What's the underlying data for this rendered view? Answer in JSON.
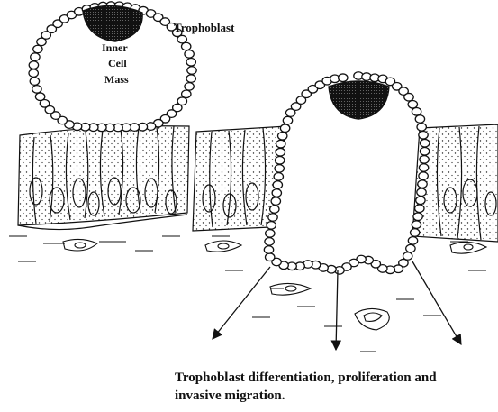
{
  "labels": {
    "trophoblast": "Trophoblast",
    "inner_cell_mass": [
      "Inner",
      "Cell",
      "Mass"
    ]
  },
  "caption": {
    "line1": "Trophoblast differentiation, proliferation and",
    "line2": "invasive migration."
  },
  "colors": {
    "ink": "#111111",
    "background": "#ffffff",
    "cell_fill": "#ffffff",
    "inner_cell_mass": "#1a1a1a"
  },
  "structures": {
    "left_blastocyst": "attached embryo on epithelium",
    "right_blastocyst": "implanting embryo invading stroma",
    "arrows": 3
  }
}
